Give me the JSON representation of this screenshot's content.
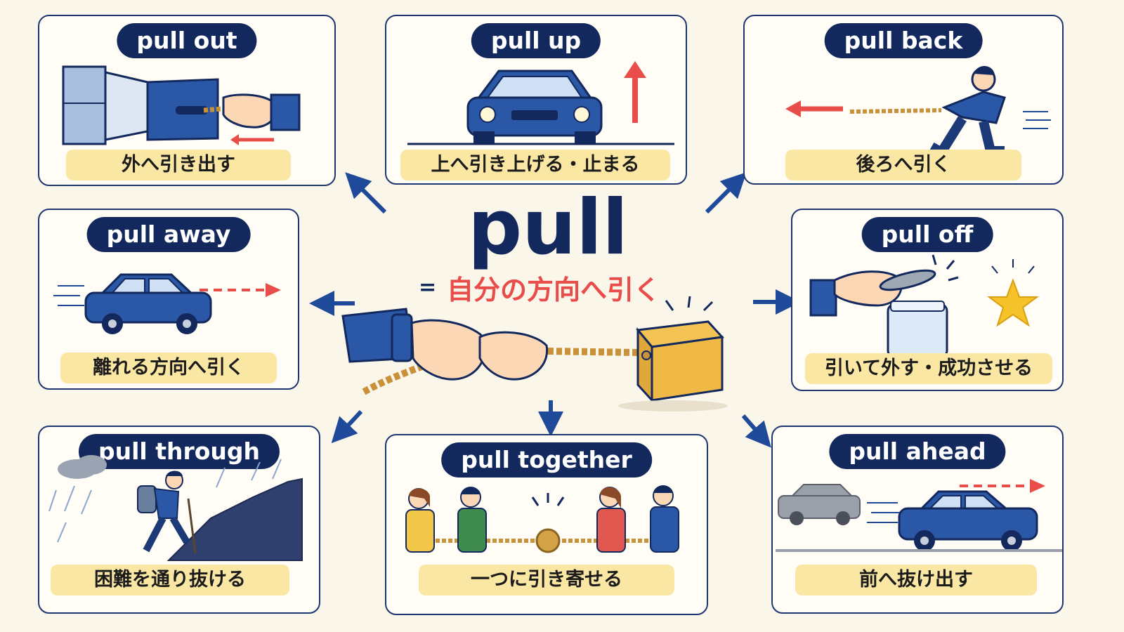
{
  "center": {
    "word": "pull",
    "equals": "=",
    "definition": "自分の方向へ引く"
  },
  "cards": [
    {
      "phrase": "pull out",
      "meaning": "外へ引き出す",
      "icon": "drawer-pull-icon"
    },
    {
      "phrase": "pull up",
      "meaning": "上へ引き上げる・止まる",
      "icon": "car-stop-icon"
    },
    {
      "phrase": "pull back",
      "meaning": "後ろへ引く",
      "icon": "rope-pulling-man-icon"
    },
    {
      "phrase": "pull away",
      "meaning": "離れる方向へ引く",
      "icon": "car-driving-away-icon"
    },
    {
      "phrase": "pull off",
      "meaning": "引いて外す・成功させる",
      "icon": "jar-lid-icon"
    },
    {
      "phrase": "pull through",
      "meaning": "困難を通り抜ける",
      "icon": "hiker-climbing-icon"
    },
    {
      "phrase": "pull together",
      "meaning": "一つに引き寄せる",
      "icon": "team-tug-icon"
    },
    {
      "phrase": "pull ahead",
      "meaning": "前へ抜け出す",
      "icon": "car-overtaking-icon"
    }
  ],
  "colors": {
    "navy": "#13285c",
    "accent_red": "#e84d4a",
    "label_yellow": "#fbe7a4",
    "arrow_blue": "#1f4a9a",
    "background": "#fbf6ea"
  }
}
